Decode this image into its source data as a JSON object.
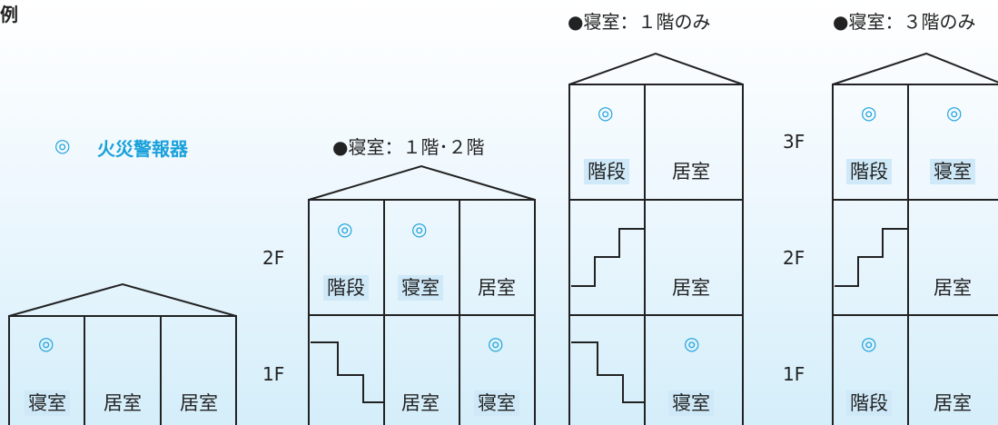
{
  "corner_label": "例",
  "legend": {
    "symbol": "◎",
    "label": "火災警報器"
  },
  "floor_labels": {
    "f1": "1F",
    "f2": "2F",
    "f3": "3F"
  },
  "houses": [
    {
      "caption": "",
      "alarms": 1,
      "rooms": [
        "寝室",
        "居室",
        "居室"
      ]
    },
    {
      "caption": "●寝室：１階･２階",
      "alarms": 3,
      "rooms": [
        "階段",
        "寝室",
        "居室",
        "居室",
        "寝室"
      ]
    },
    {
      "caption": "●寝室：１階のみ",
      "alarms": 2,
      "rooms": [
        "階段",
        "居室",
        "居室",
        "寝室"
      ]
    },
    {
      "caption": "●寝室：３階のみ",
      "alarms": 3,
      "rooms": [
        "階段",
        "寝室",
        "居室",
        "階段",
        "居室"
      ]
    }
  ],
  "colors": {
    "alarm": "#1aa1db",
    "highlight": "#cfe9f8",
    "line": "#222222"
  }
}
